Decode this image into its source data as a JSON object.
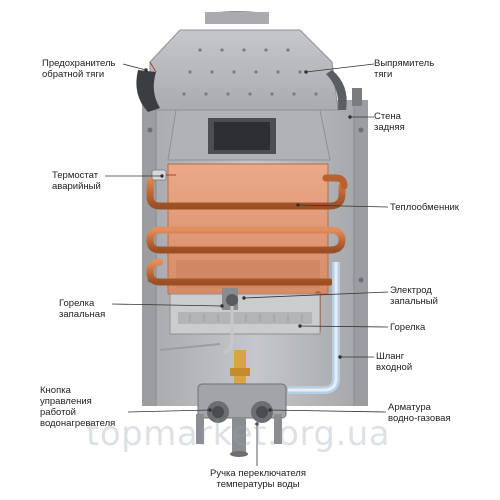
{
  "labels": {
    "backdraft": [
      "Предохранитель",
      "обратной тяги"
    ],
    "rectifier": [
      "Выпрямитель",
      "тяги"
    ],
    "rear_wall": [
      "Стена",
      "задняя"
    ],
    "thermostat": [
      "Термостат",
      "аварийный"
    ],
    "heat_exchanger": [
      "Теплообменник"
    ],
    "electrode": [
      "Электрод",
      "запальный"
    ],
    "pilot_burner": [
      "Горелка",
      "запальная"
    ],
    "burner": [
      "Горелка"
    ],
    "hose": [
      "Шланг",
      "входной"
    ],
    "control_button": [
      "Кнопка",
      "управления",
      "работой",
      "водонагревателя"
    ],
    "valve": [
      "Арматура",
      "водно-газовая"
    ],
    "temp_knob": [
      "Ручка переключателя",
      "температуры воды"
    ]
  },
  "watermark": "topmarket.org.ua",
  "colors": {
    "frame": "#b9b9bc",
    "frame_dark": "#8e8f93",
    "hood": "#b4b6ba",
    "exchanger": "#e39b78",
    "pipe": "#c8703a",
    "burner": "#c9cacc",
    "hose": "#cfe0ef",
    "leader": "#333333"
  }
}
